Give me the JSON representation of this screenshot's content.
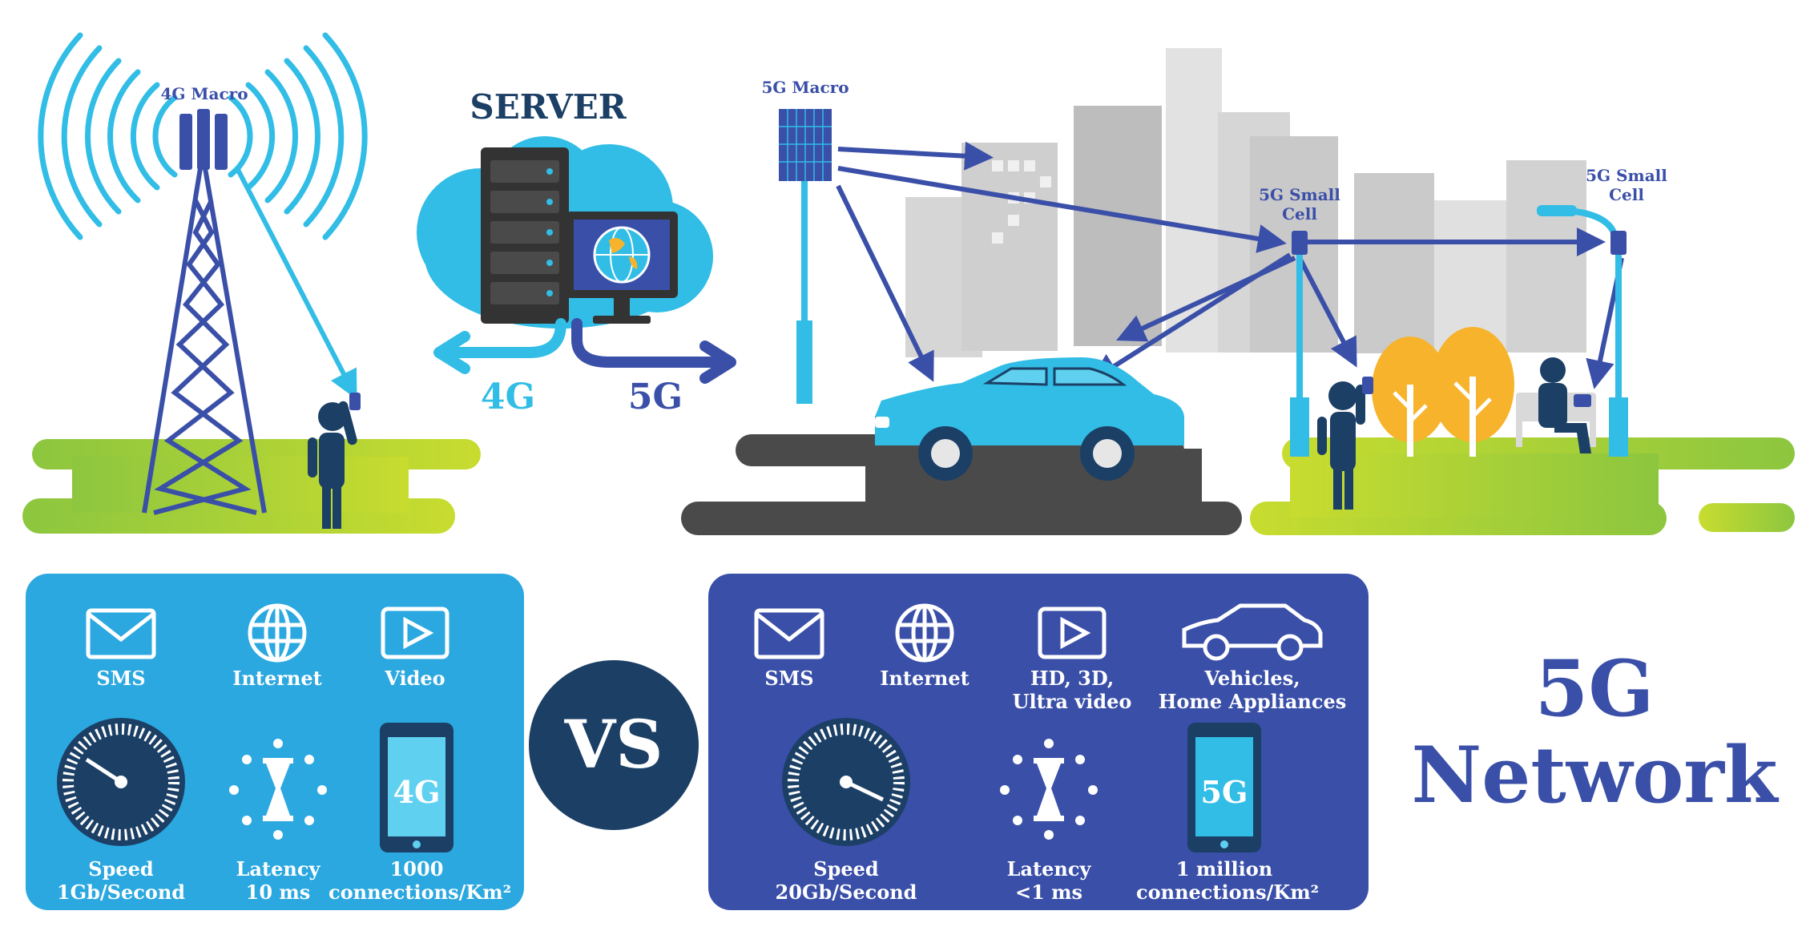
{
  "labels": {
    "macro_4g": "4G Macro",
    "server": "SERVER",
    "arrow_4g": "4G",
    "arrow_5g": "5G",
    "macro_5g": "5G Macro",
    "small_cell_1": [
      "5G Small",
      "Cell"
    ],
    "small_cell_2": [
      "5G Small",
      "Cell"
    ]
  },
  "panel_4g": {
    "features": [
      "SMS",
      "Internet",
      "Video"
    ],
    "speed": [
      "Speed",
      "1Gb/Second"
    ],
    "latency": [
      "Latency",
      "10 ms"
    ],
    "connections": [
      "1000",
      "connections/Km²"
    ],
    "phone_badge": "4G"
  },
  "vs": "VS",
  "panel_5g": {
    "features": [
      [
        "SMS"
      ],
      [
        "Internet"
      ],
      [
        "HD, 3D,",
        "Ultra video"
      ],
      [
        "Vehicles,",
        "Home Appliances"
      ]
    ],
    "speed": [
      "Speed",
      "20Gb/Second"
    ],
    "latency": [
      "Latency",
      "<1 ms"
    ],
    "connections": [
      "1 million",
      "connections/Km²"
    ],
    "phone_badge": "5G"
  },
  "title": [
    "5G",
    "Network"
  ],
  "colors": {
    "light_blue": "#2ba8e0",
    "dark_blue": "#3a4fa8",
    "navy": "#1c3f66",
    "cyan": "#31bde6",
    "green": "#9acb35",
    "road": "#4a4a4a",
    "tree": "#f7b32b"
  }
}
